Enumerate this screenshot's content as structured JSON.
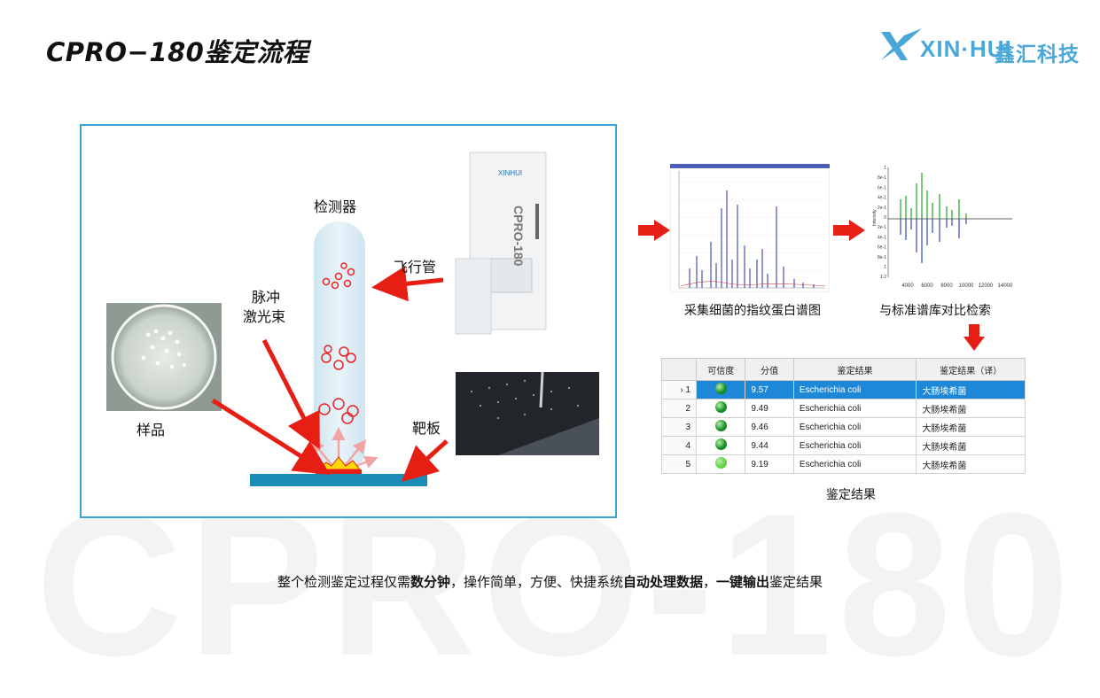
{
  "title": "CPRO−180鉴定流程",
  "logo": {
    "brand": "XIN·HUI",
    "cn": "鑫汇科技",
    "color": "#4aa8d8"
  },
  "watermark": "CPRO-180",
  "diagram": {
    "detector_label": "检测器",
    "flight_tube_label": "飞行管",
    "laser_label_line1": "脉冲",
    "laser_label_line2": "激光束",
    "sample_label": "样品",
    "target_label": "靶板",
    "instrument_text": "CPRO-180"
  },
  "spectrum_caption": "采集细菌的指纹蛋白谱图",
  "compare_caption": "与标准谱库对比检索",
  "result_caption": "鉴定结果",
  "compare_chart": {
    "xticks": [
      "4000",
      "6000",
      "8000",
      "10000",
      "12000",
      "14000"
    ],
    "yticks": [
      "1",
      "8e-1",
      "6e-1",
      "4e-1",
      "2e-1",
      "0",
      "2e-1",
      "4e-1",
      "6e-1",
      "8e-1",
      "1",
      "1.2"
    ],
    "ylabel": "Intensity"
  },
  "results_table": {
    "headers": [
      "可信度",
      "分值",
      "鉴定结果",
      "鉴定结果（译）"
    ],
    "rows": [
      {
        "idx": "› 1",
        "score": "9.57",
        "name": "Escherichia coli",
        "cn": "大肠埃希菌",
        "color": "#0f8a1f",
        "selected": true
      },
      {
        "idx": "2",
        "score": "9.49",
        "name": "Escherichia coli",
        "cn": "大肠埃希菌",
        "color": "#0f8a1f",
        "selected": false
      },
      {
        "idx": "3",
        "score": "9.46",
        "name": "Escherichia coli",
        "cn": "大肠埃希菌",
        "color": "#0f8a1f",
        "selected": false
      },
      {
        "idx": "4",
        "score": "9.44",
        "name": "Escherichia coli",
        "cn": "大肠埃希菌",
        "color": "#0f8a1f",
        "selected": false
      },
      {
        "idx": "5",
        "score": "9.19",
        "name": "Escherichia coli",
        "cn": "大肠埃希菌",
        "color": "#5ccf3a",
        "selected": false
      }
    ]
  },
  "bottom_text": {
    "p1": "整个检测鉴定过程仅需",
    "b1": "数分钟",
    "p2": "，操作简单，方便、快捷系统",
    "b2": "自动处理数据",
    "p3": "，",
    "b3": "一键输出",
    "p4": "鉴定结果"
  },
  "colors": {
    "arrow": "#e61e14",
    "panel_border": "#3aa3d6",
    "plate": "#1a8cb5",
    "column": "#dcedf5"
  }
}
